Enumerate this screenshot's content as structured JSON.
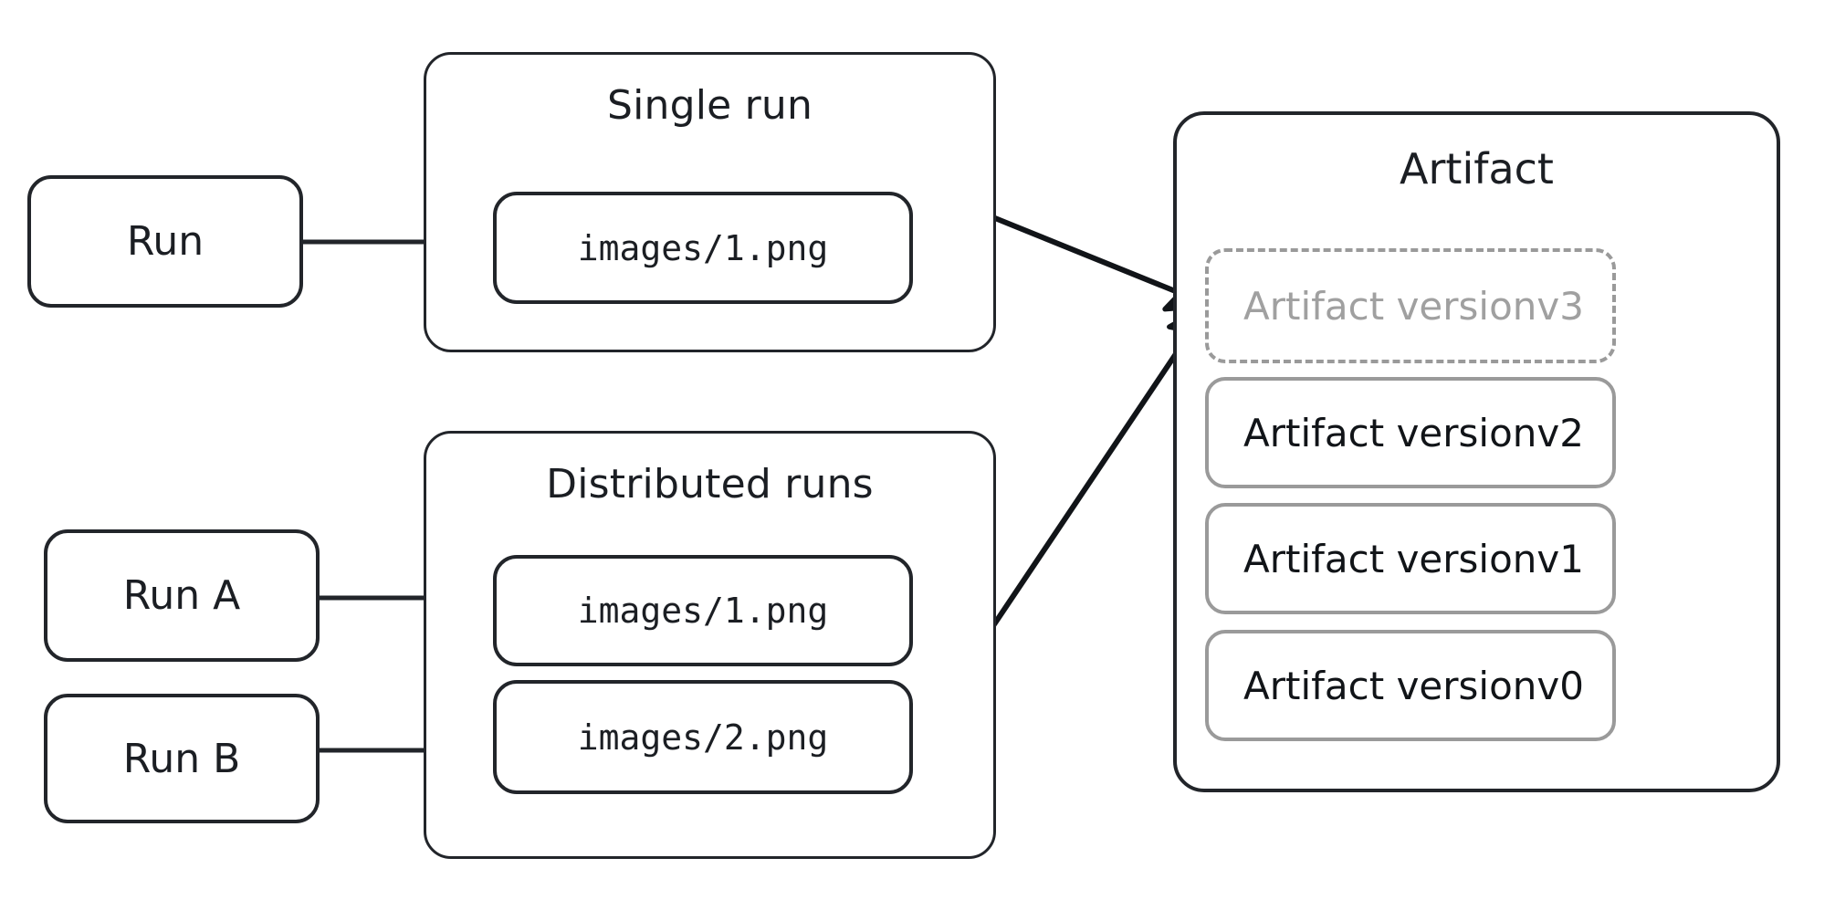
{
  "diagram": {
    "title": "W&B artifact versioning: runs logging files into artifact versions",
    "background": "#ffffff",
    "colors": {
      "stroke_dark": "#22252a",
      "stroke_grey": "#9a9a9a",
      "text_dark": "#1b1e23",
      "text_muted": "#a0a0a0"
    }
  },
  "single_run": {
    "source_node": {
      "label": "Run"
    },
    "group_title": "Single run",
    "files": [
      {
        "label": "images/1.png"
      }
    ]
  },
  "distributed_runs": {
    "group_title": "Distributed runs",
    "source_nodes": [
      {
        "label": "Run A"
      },
      {
        "label": "Run B"
      }
    ],
    "files": [
      {
        "label": "images/1.png"
      },
      {
        "label": "images/2.png"
      }
    ]
  },
  "artifact": {
    "title": "Artifact",
    "versions": [
      {
        "name": "Artifact version",
        "tag": "v3",
        "state": "pending",
        "style": "dashed"
      },
      {
        "name": "Artifact version",
        "tag": "v2",
        "state": "committed",
        "style": "solid"
      },
      {
        "name": "Artifact version",
        "tag": "v1",
        "state": "committed",
        "style": "solid"
      },
      {
        "name": "Artifact version",
        "tag": "v0",
        "state": "committed",
        "style": "solid"
      }
    ]
  },
  "edges": [
    {
      "from": "Run",
      "to": "images/1.png",
      "kind": "arrow"
    },
    {
      "from": "Single run",
      "to": "Artifact version v3",
      "kind": "arrow"
    },
    {
      "from": "Run A",
      "to": "images/1.png",
      "kind": "arrow"
    },
    {
      "from": "Run B",
      "to": "images/2.png",
      "kind": "arrow"
    },
    {
      "from": "Distributed runs",
      "to": "Artifact version v3",
      "kind": "arrow"
    }
  ]
}
